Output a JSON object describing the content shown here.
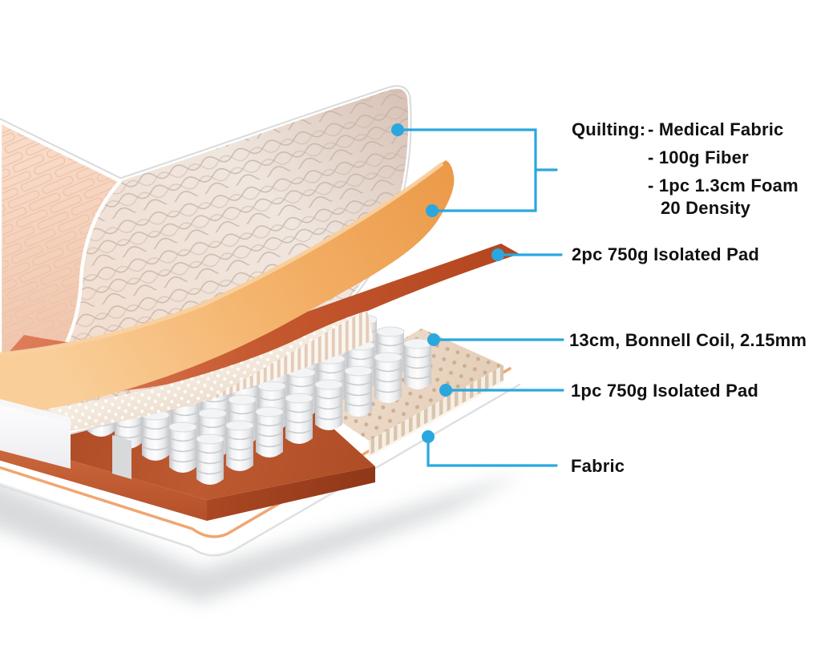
{
  "colors": {
    "accent": "#2AA7DF",
    "text": "#111111",
    "quilt_cover": "#EFE6DF",
    "quilt_underside": "#F3CDB6",
    "foam": "#F4B26A",
    "isolated_pad_top": "#C4582F",
    "coil": "#F2F3F4",
    "isolated_pad_bottom": "#EBD8C6",
    "base_pad": "#BE5A31",
    "fabric_base": "#FFFFFF"
  },
  "callouts": {
    "quilting": {
      "title": "Quilting:",
      "items": [
        "- Medical Fabric",
        "- 100g Fiber",
        "- 1pc 1.3cm Foam",
        "20 Density"
      ]
    },
    "isolated_pad_2pc": "2pc 750g Isolated Pad",
    "bonnell_coil": "13cm, Bonnell Coil, 2.15mm",
    "isolated_pad_1pc": "1pc 750g Isolated Pad",
    "fabric": "Fabric"
  }
}
